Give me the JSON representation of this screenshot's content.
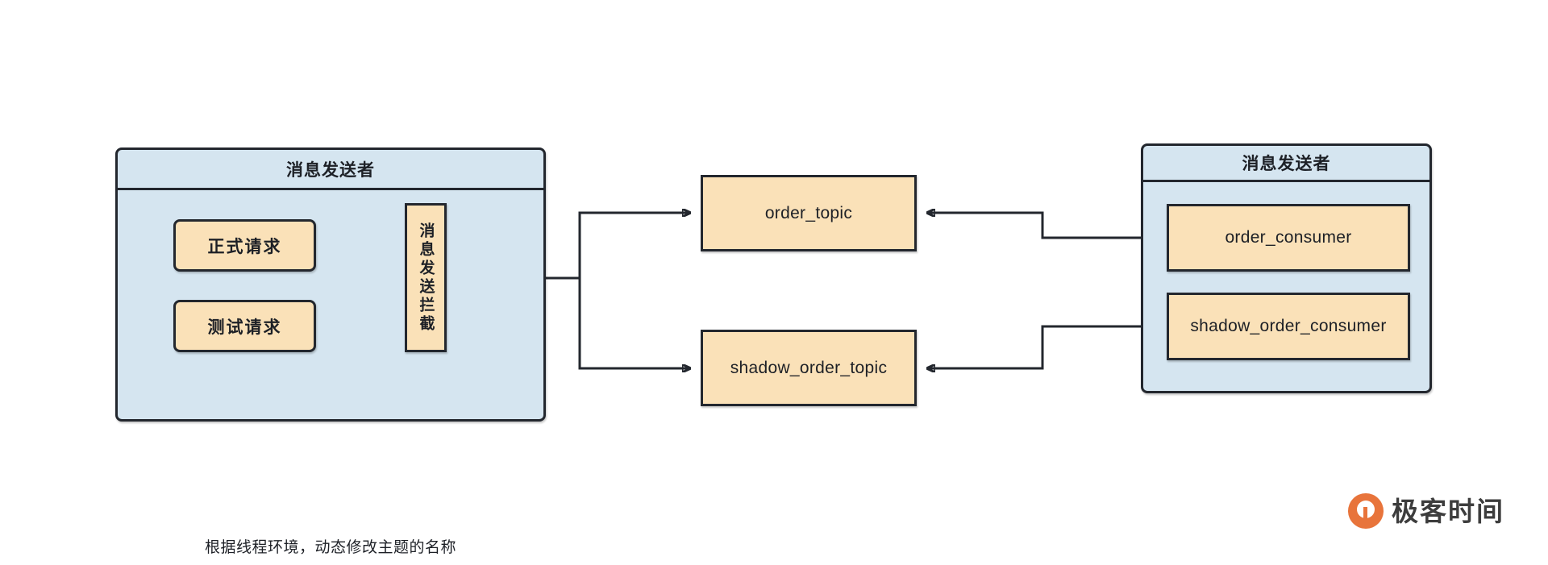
{
  "diagram": {
    "title_cn": "消息发送者",
    "left_package": {
      "title": "消息发送者",
      "caption": "根据线程环境，动态修改主题的名称",
      "boxes": [
        {
          "id": "formal-request",
          "label": "正式请求"
        },
        {
          "id": "test-request",
          "label": "测试请求"
        },
        {
          "id": "send-interceptor",
          "label": "消息发送拦截"
        }
      ]
    },
    "topics": [
      {
        "id": "order-topic",
        "label": "order_topic"
      },
      {
        "id": "shadow-order-topic",
        "label": "shadow_order_topic"
      }
    ],
    "right_package": {
      "title": "消息发送者",
      "boxes": [
        {
          "id": "order-consumer",
          "label": "order_consumer"
        },
        {
          "id": "shadow-order-consumer",
          "label": "shadow_order_consumer"
        }
      ]
    }
  },
  "colors": {
    "package_fill": "#d5e5f0",
    "box_fill": "#fae1b8",
    "stroke": "#23272e",
    "logo_orange": "#e8743b",
    "logo_text": "#3d3d3d",
    "background": "#ffffff"
  },
  "branding": {
    "logo_text": "极客时间",
    "logo_icon": "geektime-circle-icon"
  }
}
